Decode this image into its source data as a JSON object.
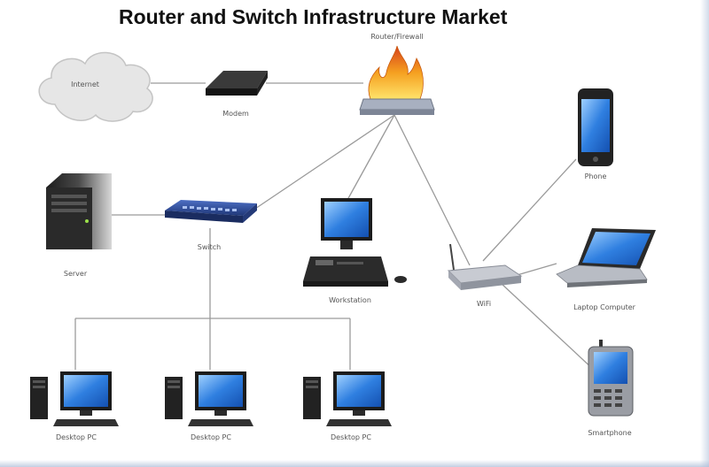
{
  "title": "Router and Switch Infrastructure Market",
  "nodes": {
    "internet": {
      "label": "Internet"
    },
    "modem": {
      "label": "Modem"
    },
    "router": {
      "label": "Router/Firewall"
    },
    "server": {
      "label": "Server"
    },
    "switch": {
      "label": "Switch"
    },
    "workstation": {
      "label": "Workstation"
    },
    "wifi": {
      "label": "WiFi"
    },
    "phone": {
      "label": "Phone"
    },
    "laptop": {
      "label": "Laptop Computer"
    },
    "smartphone": {
      "label": "Smartphone"
    },
    "desktops": [
      {
        "label": "Desktop PC"
      },
      {
        "label": "Desktop PC"
      },
      {
        "label": "Desktop PC"
      }
    ]
  },
  "colors": {
    "line": "#9a9a9a",
    "screen": "#2f7fe0",
    "device_dark": "#2b2b2b",
    "switch_blue": "#2f4f9e",
    "fire": "#f5a020"
  }
}
